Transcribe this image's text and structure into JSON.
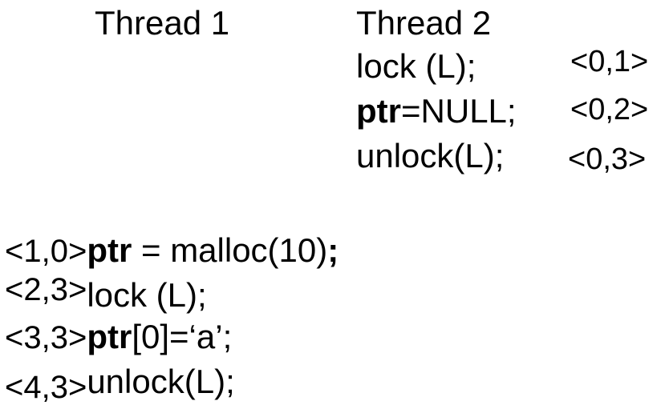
{
  "headers": {
    "thread1": "Thread 1",
    "thread2": "Thread 2"
  },
  "thread2_lines": [
    {
      "pre_bold": "",
      "bold": "",
      "text": "lock (L);",
      "clock": "<0,1>"
    },
    {
      "pre_bold": "",
      "bold": "ptr",
      "text": "=NULL;",
      "clock": "<0,2>"
    },
    {
      "pre_bold": "",
      "bold": "",
      "text": "unlock(L);",
      "clock": "<0,3>"
    }
  ],
  "thread1_lines": [
    {
      "clock": "<1,0>",
      "bold": "ptr",
      "text": " = malloc(10)",
      "tail_bold": ";"
    },
    {
      "clock": "<2,3>",
      "bold": "",
      "text": "lock (L);",
      "tail_bold": ""
    },
    {
      "clock": "<3,3>",
      "bold": "ptr",
      "text": "[0]=‘a’;",
      "tail_bold": ""
    },
    {
      "clock": "<4,3>",
      "bold": "",
      "text": "unlock(L);",
      "tail_bold": ""
    }
  ]
}
